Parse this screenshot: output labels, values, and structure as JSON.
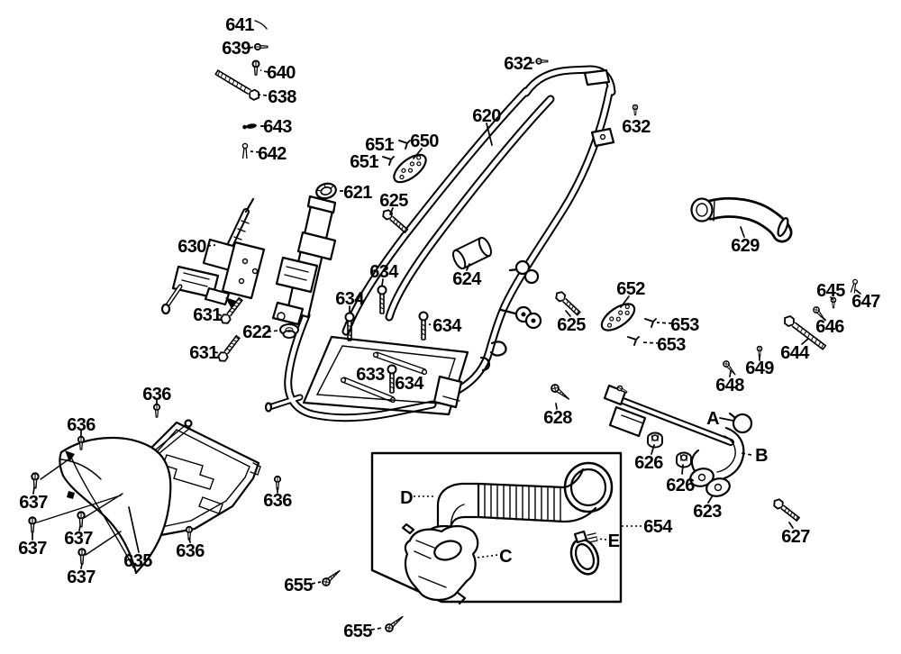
{
  "colors": {
    "background": "#ffffff",
    "ink": "#000000"
  },
  "labels": [
    {
      "text": "641"
    },
    {
      "text": "639"
    },
    {
      "text": "640"
    },
    {
      "text": "638"
    },
    {
      "text": "643"
    },
    {
      "text": "642"
    },
    {
      "text": "632"
    },
    {
      "text": "620"
    },
    {
      "text": "632"
    },
    {
      "text": "651"
    },
    {
      "text": "650"
    },
    {
      "text": "651"
    },
    {
      "text": "621"
    },
    {
      "text": "625"
    },
    {
      "text": "629"
    },
    {
      "text": "630"
    },
    {
      "text": "634"
    },
    {
      "text": "624"
    },
    {
      "text": "652"
    },
    {
      "text": "645"
    },
    {
      "text": "647"
    },
    {
      "text": "631"
    },
    {
      "text": "634"
    },
    {
      "text": "625"
    },
    {
      "text": "653"
    },
    {
      "text": "646"
    },
    {
      "text": "622"
    },
    {
      "text": "653"
    },
    {
      "text": "644"
    },
    {
      "text": "631"
    },
    {
      "text": "634"
    },
    {
      "text": "649"
    },
    {
      "text": "648"
    },
    {
      "text": "633"
    },
    {
      "text": "634"
    },
    {
      "text": "636"
    },
    {
      "text": "628"
    },
    {
      "text": "636"
    },
    {
      "text": "A"
    },
    {
      "text": "B"
    },
    {
      "text": "626"
    },
    {
      "text": "626"
    },
    {
      "text": "623"
    },
    {
      "text": "654"
    },
    {
      "text": "637"
    },
    {
      "text": "636"
    },
    {
      "text": "D"
    },
    {
      "text": "627"
    },
    {
      "text": "637"
    },
    {
      "text": "637"
    },
    {
      "text": "635"
    },
    {
      "text": "636"
    },
    {
      "text": "C"
    },
    {
      "text": "E"
    },
    {
      "text": "655"
    },
    {
      "text": "637"
    },
    {
      "text": "655"
    }
  ]
}
